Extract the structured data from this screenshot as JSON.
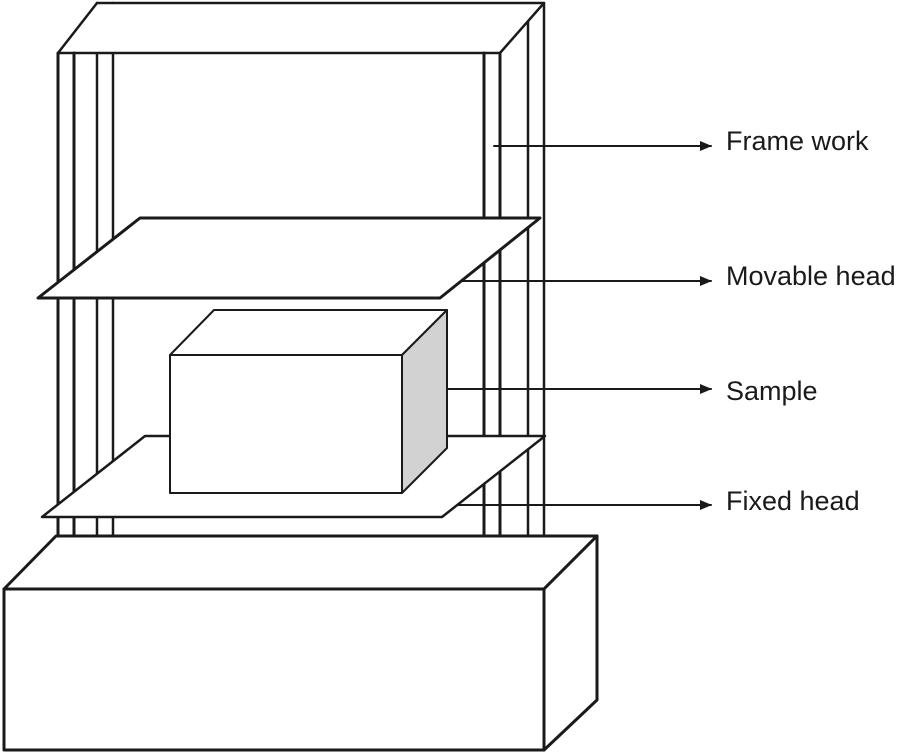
{
  "diagram": {
    "labels": {
      "frame_work": "Frame work",
      "movable_head": "Movable head",
      "sample": "Sample",
      "fixed_head": "Fixed head"
    },
    "colors": {
      "stroke": "#1a1a1a",
      "background": "#ffffff",
      "sample_side": "#d2d2d2"
    }
  }
}
